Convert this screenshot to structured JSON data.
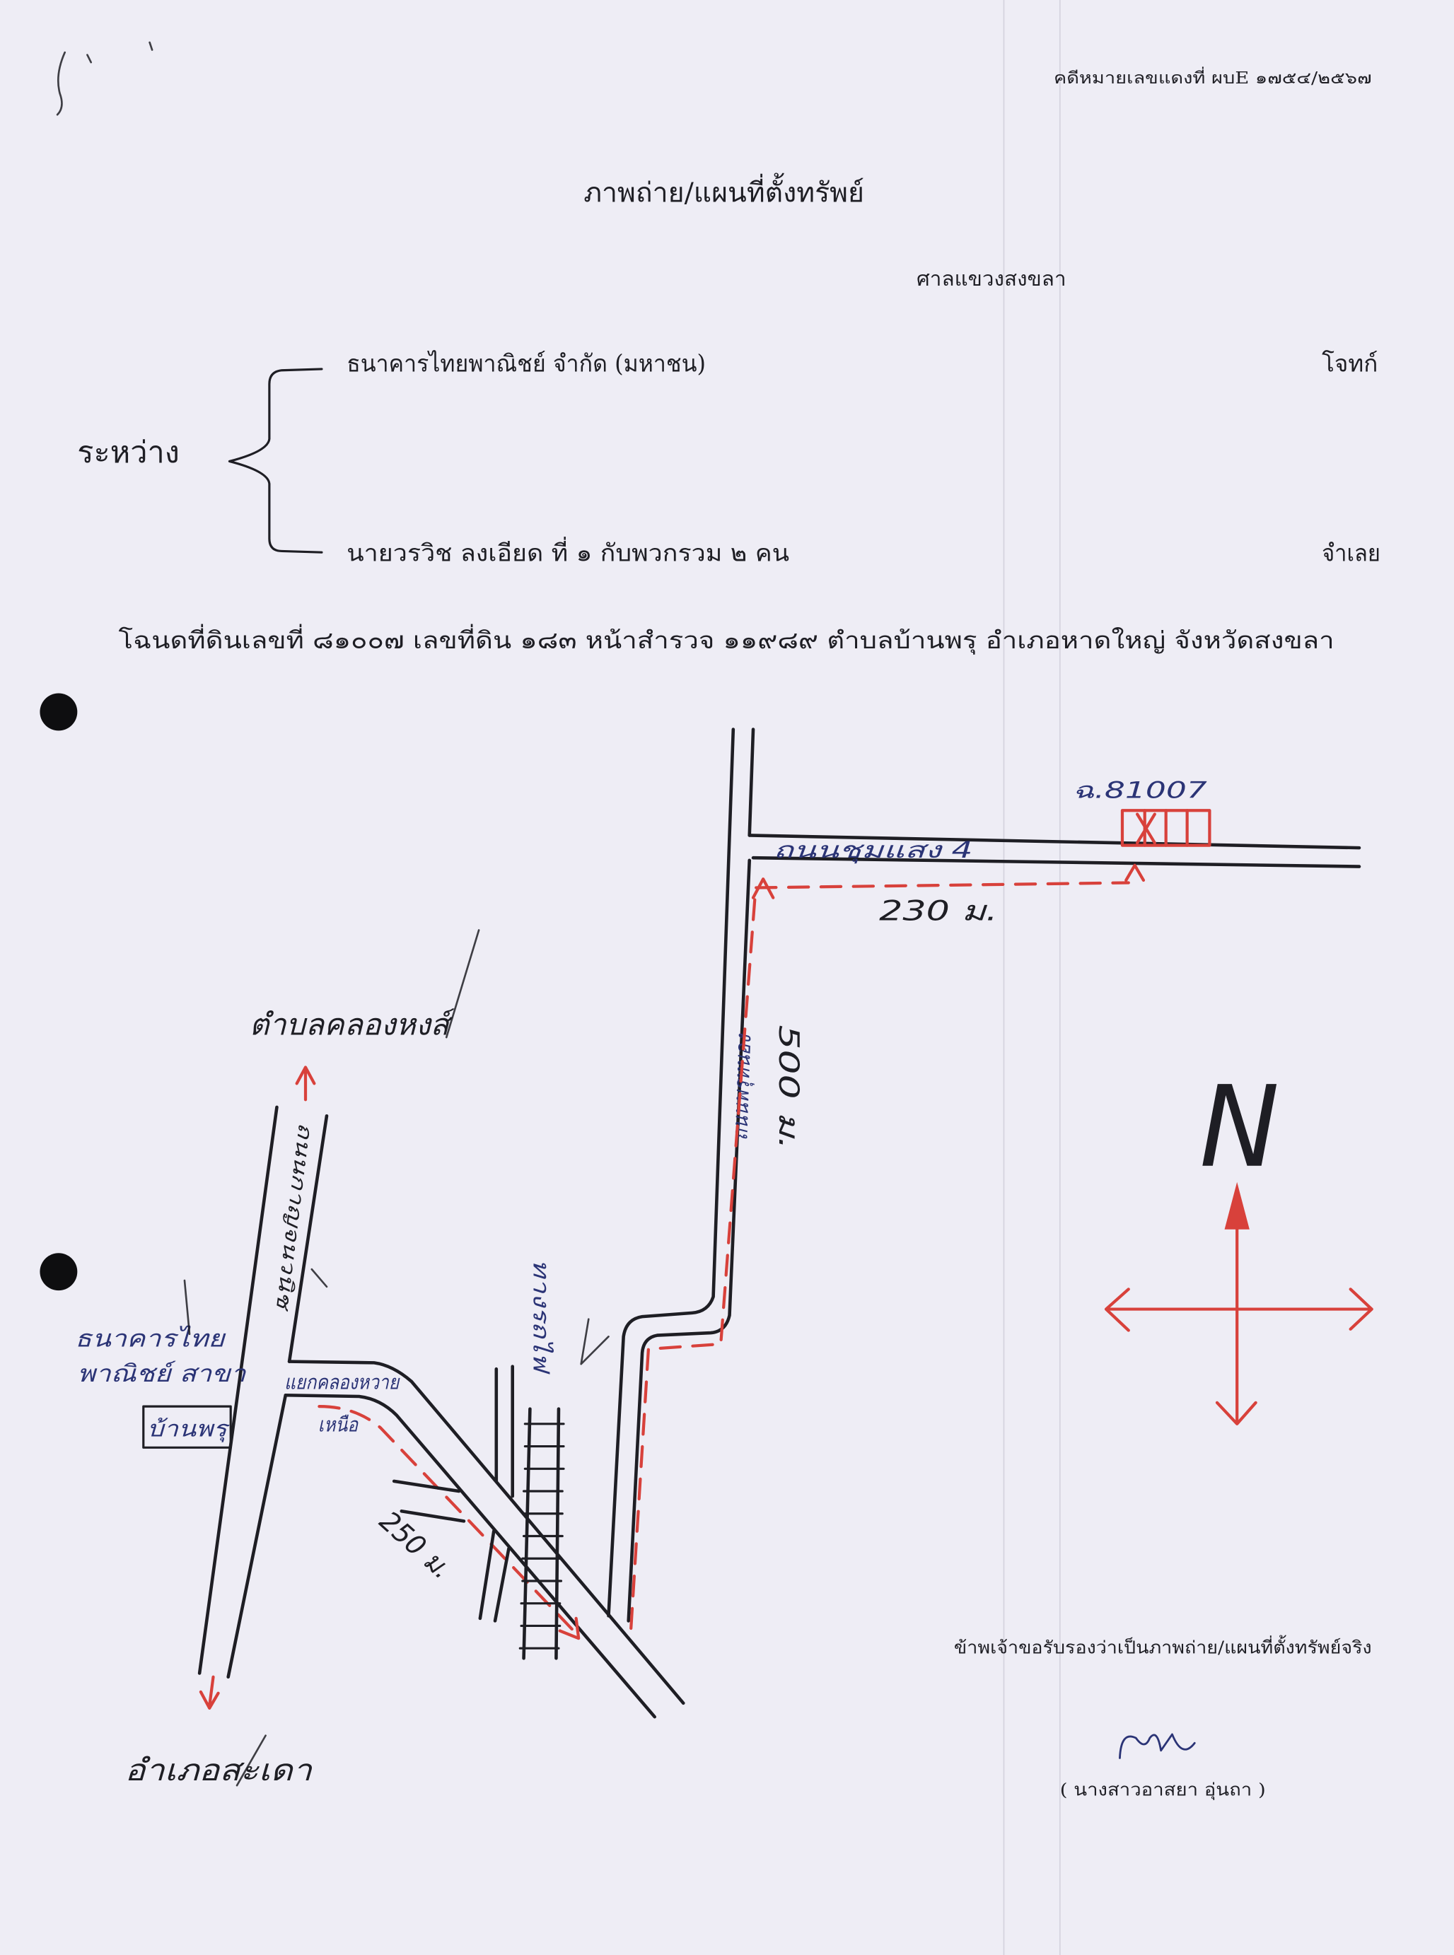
{
  "colors": {
    "paper": "#eeedf5",
    "ink": "#1e1e24",
    "pen_blue": "#2b3476",
    "red": "#d8413b",
    "scan_line": "#cfcdd9"
  },
  "header": {
    "case_number": "คดีหมายเลขแดงที่ ผบE ๑๗๕๔/๒๕๖๗",
    "title": "ภาพถ่าย/แผนที่ตั้งทรัพย์",
    "court": "ศาลแขวงสงขลา"
  },
  "parties": {
    "between_label": "ระหว่าง",
    "plaintiff": {
      "name": "ธนาคารไทยพาณิชย์ จำกัด (มหาชน)",
      "role": "โจทก์"
    },
    "defendant": {
      "name": "นายวรวิช ลงเอียด ที่ ๑ กับพวกรวม ๒ คน",
      "role": "จำเลย"
    }
  },
  "deed": "โฉนดที่ดินเลขที่ ๘๑๐๐๗ เลขที่ดิน ๑๘๓ หน้าสำรวจ ๑๑๙๘๙ ตำบลบ้านพรุ อำเภอหาดใหญ่ จังหวัดสงขลา",
  "map": {
    "plot_label": "ฉ.81007",
    "road_top_label": "ถนนชุมแสง 4",
    "distance_top": "230 ม.",
    "road_main_label": "ถนนพรุหนอง",
    "distance_main": "500 ม.",
    "north_destination": "ตำบลคลองหงส์",
    "road_left_label": "ถนนกาญจนวนิช",
    "junction_label": "แยกคลองหวาย",
    "junction_label_2": "เหนือ",
    "railway_label": "ทางรถไฟ",
    "bank_label": [
      "ธนาคารไทย",
      "พาณิชย์ สาขา",
      "บ้านพรุ"
    ],
    "distance_diagonal": "250 ม.",
    "south_destination": "อำเภอสะเดา",
    "compass_label": "N"
  },
  "certification": {
    "statement": "ข้าพเจ้าขอรับรองว่าเป็นภาพถ่าย/แผนที่ตั้งทรัพย์จริง",
    "signer": "( นางสาวอาสยา อุ่นถา )"
  }
}
